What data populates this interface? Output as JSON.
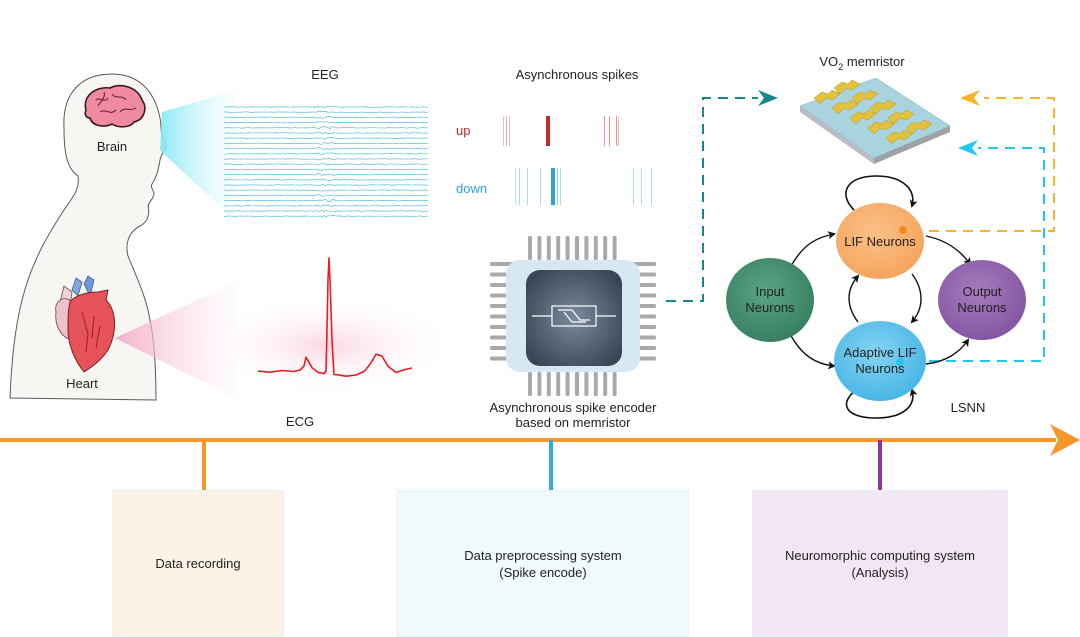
{
  "colors": {
    "timeline": "#f7962b",
    "preprocess_tick": "#35a9de",
    "computing_tick": "#8e3a96",
    "teal_arrow": "#17878c",
    "orange_arrow": "#f9b42a",
    "cyan_arrow": "#23c6ee",
    "eeg": "#3bb4cf",
    "ecg": "#ea1c24",
    "spike_up": "#c7272e",
    "spike_down": "#2ba3dc",
    "input_node": "#3f8a6d",
    "lif_node": "#f7b06e",
    "adaptive_node": "#5ec0ea",
    "output_node": "#8f5fac",
    "box_recording": "#fdf2e6",
    "box_preprocess": "#f0fafd",
    "box_computing": "#f3e6f4"
  },
  "body": {
    "brain_label": "Brain",
    "heart_label": "Heart"
  },
  "signals": {
    "eeg_label": "EEG",
    "ecg_label": "ECG"
  },
  "spikes": {
    "title": "Asynchronous spikes",
    "up_label": "up",
    "down_label": "down"
  },
  "encoder": {
    "label_line1": "Asynchronous spike encoder",
    "label_line2": "based on memristor"
  },
  "memristor": {
    "label_prefix": "VO",
    "label_sub": "2",
    "label_suffix": " memristor"
  },
  "network": {
    "name": "LSNN",
    "input_line1": "Input",
    "input_line2": "Neurons",
    "lif_line1": "LIF Neurons",
    "adaptive_line1": "Adaptive LIF",
    "adaptive_line2": "Neurons",
    "output_line1": "Output",
    "output_line2": "Neurons"
  },
  "stages": [
    {
      "line1": "Data recording",
      "line2": ""
    },
    {
      "line1": "Data preprocessing system",
      "line2": "(Spike encode)"
    },
    {
      "line1": "Neuromorphic computing system",
      "line2": "(Analysis)"
    }
  ]
}
